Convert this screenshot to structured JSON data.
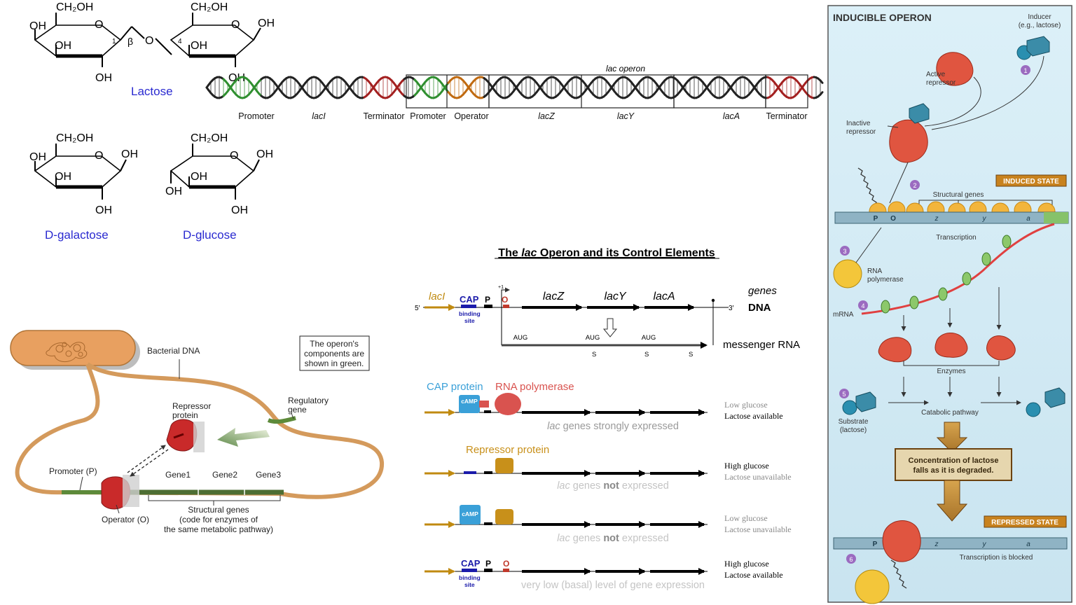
{
  "colors": {
    "sugar_label": "#2a2ad0",
    "cap_blue": "#3aa0d8",
    "polymerase_red": "#d9534f",
    "repressor_gold": "#c8901a",
    "lacI_gold": "#c08a10",
    "cap_site": "#1a1aaa",
    "operator_red": "#c0392b",
    "bacterium": "#e8a060",
    "regulatory_green": "#5d8a3a",
    "panel_bg": "#d6ecf5",
    "state_badge": "#c8821e",
    "dna_green": "#2f8f2f",
    "dna_red": "#a32020",
    "dna_orange": "#c06a10"
  },
  "sugars": {
    "ch2oh": "CH₂OH",
    "oh": "OH",
    "o": "O",
    "beta": "β",
    "c1": "1",
    "c4": "4",
    "lactose_label": "Lactose",
    "galactose_label": "D-galactose",
    "glucose_label": "D-glucose"
  },
  "dna_strip": {
    "operon_label": "lac operon",
    "segments": [
      "Promoter",
      "lacI",
      "Terminator",
      "Promoter",
      "Operator",
      "lacZ",
      "lacY",
      "lacA",
      "Terminator"
    ]
  },
  "control": {
    "title_pre": "The ",
    "title_ital": "lac",
    "title_post": " Operon and its Control Elements",
    "lacI": "lacI",
    "cap": "CAP",
    "binding": "binding",
    "site": "site",
    "p": "P",
    "o": "O",
    "plus1": "+1",
    "five": "5′",
    "three": "3′",
    "genes": [
      "lacZ",
      "lacY",
      "lacA"
    ],
    "genes_label": "genes",
    "dna_label": "DNA",
    "aug": "AUG",
    "s": "S",
    "mrna_label": "messenger RNA",
    "cap_protein": "CAP protein",
    "rna_pol": "RNA polymerase",
    "camp": "cAMP",
    "repressor_protein": "Repressor protein",
    "rows": [
      {
        "line1": "Low glucose",
        "line2": "Lactose available",
        "text_a": "lac",
        "text_b": " genes strongly expressed",
        "text_c": ""
      },
      {
        "line1": "High glucose",
        "line2": "Lactose unavailable",
        "text_a": "lac",
        "text_b": " genes ",
        "text_c": "not",
        "text_d": " expressed"
      },
      {
        "line1": "Low glucose",
        "line2": "Lactose unavailable",
        "text_a": "lac",
        "text_b": " genes ",
        "text_c": "not",
        "text_d": " expressed"
      },
      {
        "line1": "High glucose",
        "line2": "Lactose available",
        "text_a": "",
        "text_b": "very low (basal) level of gene expression",
        "text_c": ""
      }
    ]
  },
  "bacterial": {
    "bacterial_dna": "Bacterial DNA",
    "note": [
      "The operon's",
      "components are",
      "shown in green."
    ],
    "regulatory": [
      "Regulatory",
      "gene"
    ],
    "repressor": [
      "Repressor",
      "protein"
    ],
    "promoter": "Promoter (P)",
    "operator": "Operator (O)",
    "genes": [
      "Gene1",
      "Gene2",
      "Gene3"
    ],
    "structural": [
      "Structural genes",
      "(code for enzymes of",
      "the same metabolic pathway)"
    ]
  },
  "inducible": {
    "title": "INDUCIBLE OPERON",
    "inducer": [
      "Inducer",
      "(e.g., lactose)"
    ],
    "active_repressor": [
      "Active",
      "repressor"
    ],
    "inactive_repressor": [
      "Inactive",
      "repressor"
    ],
    "induced_state": "INDUCED STATE",
    "structural_genes": "Structural genes",
    "bar_labels": [
      "P",
      "O",
      "z",
      "y",
      "a"
    ],
    "transcription": "Transcription",
    "rna_polymerase": [
      "RNA",
      "polymerase"
    ],
    "mrna": "mRNA",
    "enzymes": "Enzymes",
    "substrate": [
      "Substrate",
      "(lactose)"
    ],
    "catabolic": "Catabolic pathway",
    "concentration": [
      "Concentration of lactose",
      "falls as it is degraded."
    ],
    "repressed_state": "REPRESSED STATE",
    "blocked": "Transcription is blocked",
    "steps": [
      "1",
      "2",
      "3",
      "4",
      "5",
      "6"
    ]
  }
}
